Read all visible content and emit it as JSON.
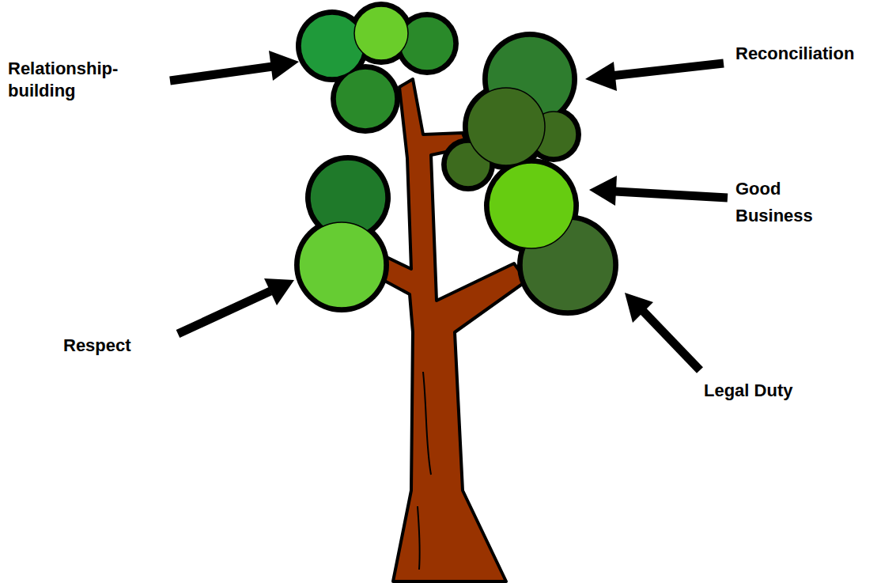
{
  "diagram": {
    "labels": [
      "Relationship-building",
      "Reconciliation",
      "Good Business",
      "Respect",
      "Legal Duty"
    ]
  }
}
